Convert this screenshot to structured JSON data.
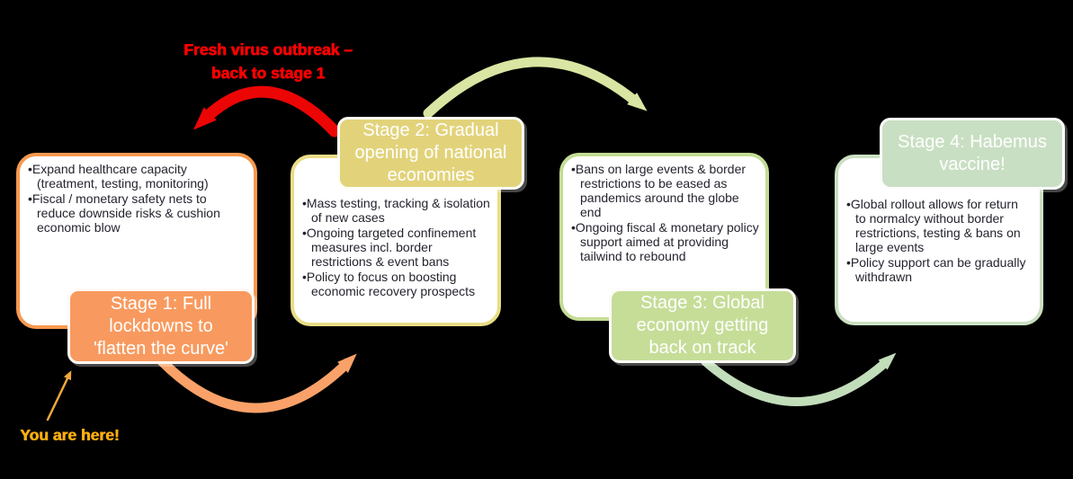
{
  "diagram": {
    "background_color": "#000000",
    "outbreak_note": {
      "line1": "Fresh virus outbreak –",
      "line2": "back to stage 1",
      "color": "#FE0000"
    },
    "you_are_here": {
      "label": "You are here!",
      "color": "#FFAE0F"
    },
    "bullet_text_color": "#24242F"
  },
  "stages": [
    {
      "accent_color": "#F89A5F",
      "border_color": "#F7994F",
      "badge_lines": [
        "Stage 1: Full",
        "lockdowns to",
        "'flatten the curve'"
      ],
      "bullets": [
        "Expand healthcare capacity (treatment, testing, monitoring)",
        "Fiscal / monetary safety nets to reduce downside risks & cushion economic blow"
      ]
    },
    {
      "accent_color": "#E2D37B",
      "border_color": "#E9DD86",
      "badge_lines": [
        "Stage 2: Gradual",
        "opening of national",
        "economies"
      ],
      "bullets": [
        "Mass testing, tracking & isolation of new cases",
        "Ongoing targeted confinement measures incl. border restrictions & event bans",
        "Policy to focus on boosting economic recovery prospects"
      ]
    },
    {
      "accent_color": "#C6DD98",
      "border_color": "#C4DC95",
      "badge_lines": [
        "Stage 3: Global",
        "economy getting",
        "back on track"
      ],
      "bullets": [
        "Bans on large events & border restrictions to be eased as pandemics around the globe end",
        "Ongoing fiscal & monetary policy support aimed at providing tailwind to rebound"
      ]
    },
    {
      "accent_color": "#C9DFC3",
      "border_color": "#CBE0C2",
      "badge_lines": [
        "Stage 4: Habemus",
        "vaccine!"
      ],
      "bullets": [
        "Global rollout allows for return to normalcy without border restrictions, testing & bans on large events",
        "Policy support can be gradually withdrawn"
      ]
    }
  ],
  "arrows": {
    "back_to_stage1_color": "#EC0505",
    "stage1_to_stage2_color": "#F9A168",
    "stage2_to_stage3_color": "#D9E5A2",
    "stage3_to_stage4_color": "#C2DDBA",
    "you_are_here_arrow_color": "#F0A83C"
  }
}
